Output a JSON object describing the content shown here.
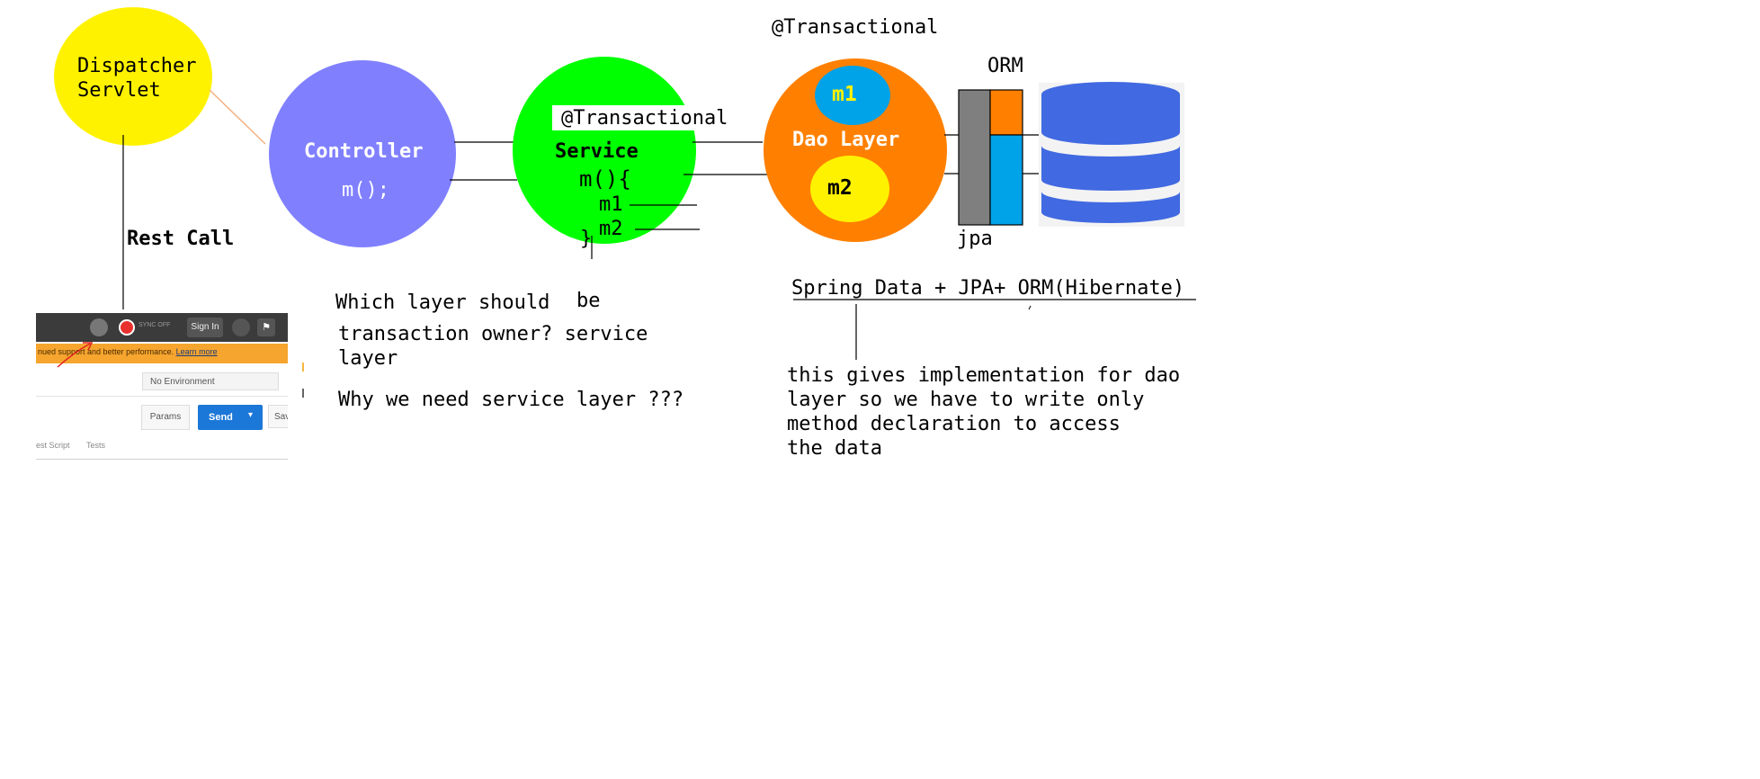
{
  "dispatcher": {
    "label_line1": "Dispatcher",
    "label_line2": "Servlet",
    "color": "#fff200"
  },
  "rest_call": {
    "label": "Rest Call"
  },
  "controller": {
    "title": "Controller",
    "method": "m();",
    "color": "#8080ff"
  },
  "service": {
    "annotation": "@Transactional",
    "title": "Service",
    "method_open": "m(){",
    "call1": "m1",
    "call2": "m2",
    "close": "}",
    "color": "#00ff00"
  },
  "dao": {
    "annotation": "@Transactional",
    "title": "Dao Layer",
    "m1": "m1",
    "m2": "m2",
    "color": "#ff8000",
    "m1_color": "#00a2e8",
    "m2_color": "#fff200"
  },
  "orm_stack": {
    "orm_label": "ORM",
    "jpa_label": "jpa"
  },
  "database": {
    "color": "#4169e1"
  },
  "notes": {
    "q1_line1": "Which layer should",
    "q1_be": "be",
    "q1_line2": "transaction owner? service",
    "q1_line3": "layer",
    "q2": "Why we need service layer ???",
    "spring_data": "Spring Data + JPA+ ORM(Hibernate)",
    "impl_line1": "this gives implementation for dao",
    "impl_line2": "layer so we have to write only",
    "impl_line3": "method declaration to access",
    "impl_line4": "the data"
  },
  "postman": {
    "sync_label": "SYNC OFF",
    "sign_in": "Sign In",
    "banner_text": "nued support and better performance.",
    "banner_link": "Learn more",
    "environment": "No Environment",
    "params": "Params",
    "send": "Send",
    "save": "Sav",
    "tab1": "est Script",
    "tab2": "Tests"
  }
}
